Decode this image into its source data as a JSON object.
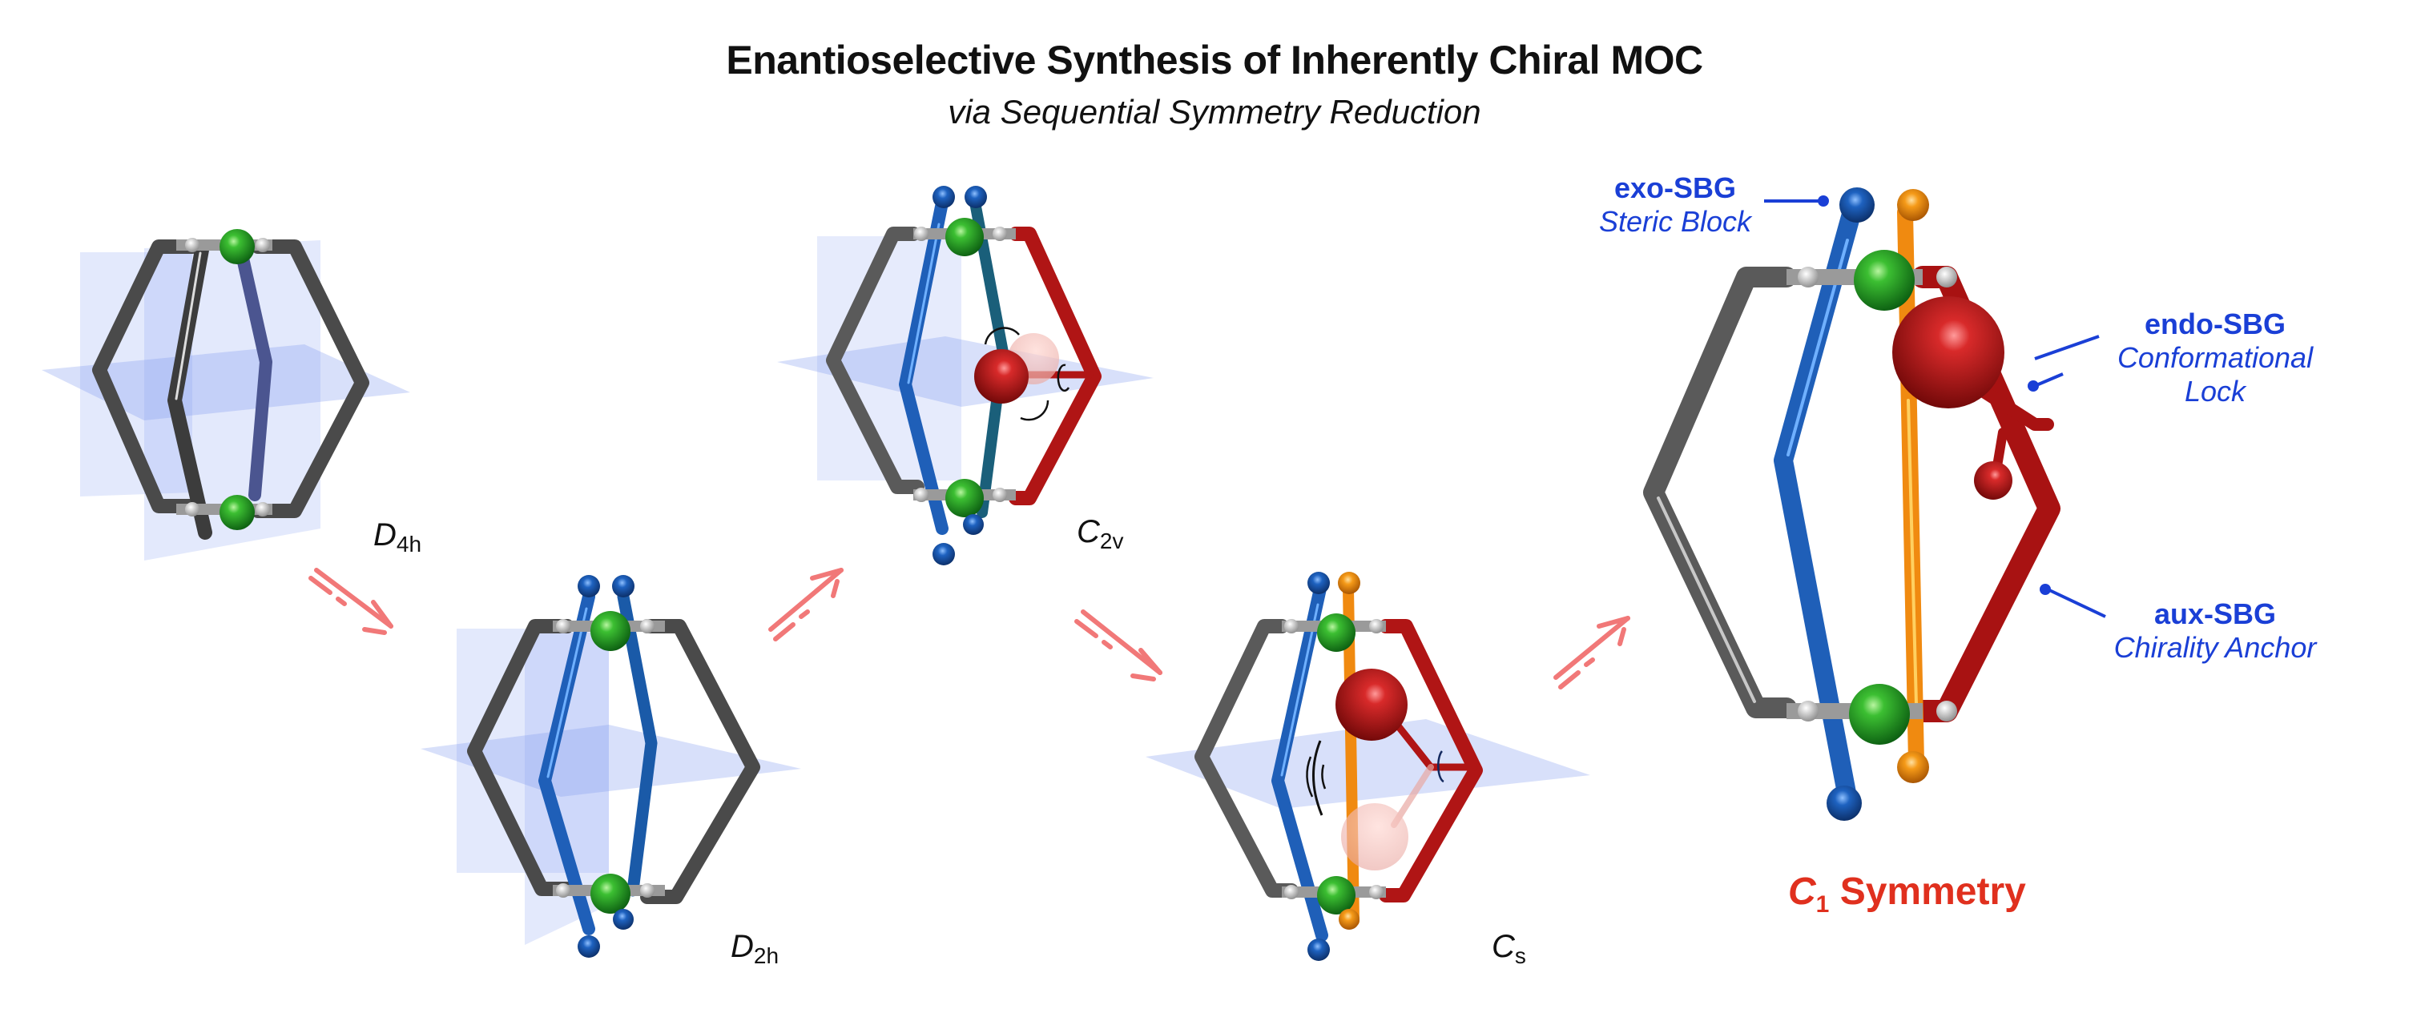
{
  "title": "Enantioselective Synthesis of Inherently Chiral MOC",
  "subtitle": "via Sequential Symmetry Reduction",
  "stages": [
    {
      "symmetry_main": "D",
      "symmetry_sub": "4h"
    },
    {
      "symmetry_main": "D",
      "symmetry_sub": "2h"
    },
    {
      "symmetry_main": "C",
      "symmetry_sub": "2v"
    },
    {
      "symmetry_main": "C",
      "symmetry_sub": "s"
    }
  ],
  "final": {
    "symmetry_main": "C",
    "symmetry_sub": "1",
    "symmetry_word": "Symmetry"
  },
  "annotations": [
    {
      "title": "exo-SBG",
      "desc": [
        "Steric Block"
      ]
    },
    {
      "title": "endo-SBG",
      "desc": [
        "Conformational",
        "Lock"
      ]
    },
    {
      "title": "aux-SBG",
      "desc": [
        "Chirality Anchor"
      ]
    }
  ],
  "colors": {
    "annotation_blue": "#1a3fd6",
    "c1_red": "#e0301e",
    "arrow_pink": "#f06a6a",
    "metal_green": "#1e9e2a",
    "ligand_gray": "#5a5a5a",
    "ligand_blue": "#1f5fb8",
    "ligand_red": "#b01515",
    "ligand_orange": "#f08a10",
    "plane_blue": "#8fa6f2"
  }
}
